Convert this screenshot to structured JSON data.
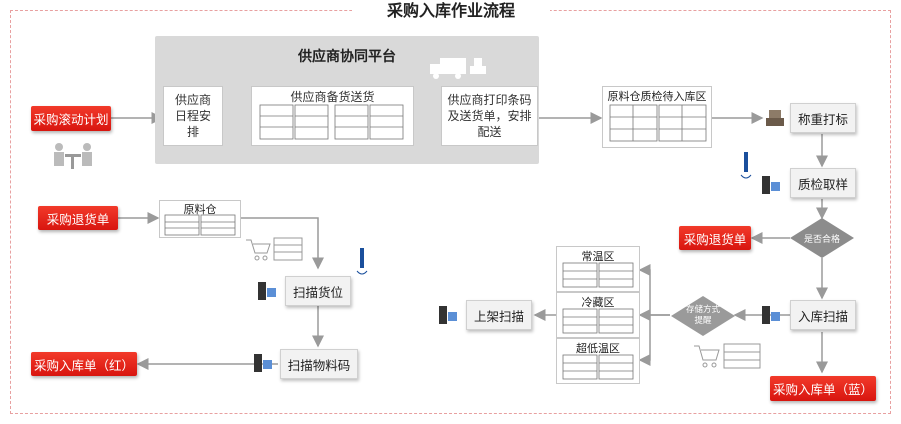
{
  "title": "采购入库作业流程",
  "platform": {
    "title": "供应商协同平台",
    "schedule": "供应商日程安排",
    "prepare": "供应商备货送货",
    "print": "供应商打印条码及送货单，安排配送"
  },
  "nodes": {
    "rolling_plan": "采购滚动计划",
    "inspection_area": "原料仓质检待入库区",
    "weigh": "称重打标",
    "sampling": "质检取样",
    "decision": "是否合格",
    "return_right": "采购退货单",
    "inbound_scan": "入库扫描",
    "storage_hint": "存储方式提醒",
    "zone_normal": "常温区",
    "zone_cold": "冷藏区",
    "zone_frozen": "超低温区",
    "shelf_scan": "上架扫描",
    "inbound_blue": "采购入库单（蓝）",
    "return_left": "采购退货单",
    "raw_warehouse": "原料仓",
    "scan_location": "扫描货位",
    "scan_material": "扫描物料码",
    "inbound_red": "采购入库单（红）"
  },
  "colors": {
    "red": "#e3201b",
    "arrow": "#9a9a9a",
    "frame": "#e8a0a0",
    "platform_bg": "#d9d9d9",
    "diamond": "#8c8c8c"
  },
  "icons": [
    "people-at-desk-icon",
    "delivery-truck-icon",
    "weighing-scale-icon",
    "handheld-scanner-icon",
    "rfid-antenna-icon",
    "shopping-cart-icon",
    "shelf-rack-icon"
  ]
}
